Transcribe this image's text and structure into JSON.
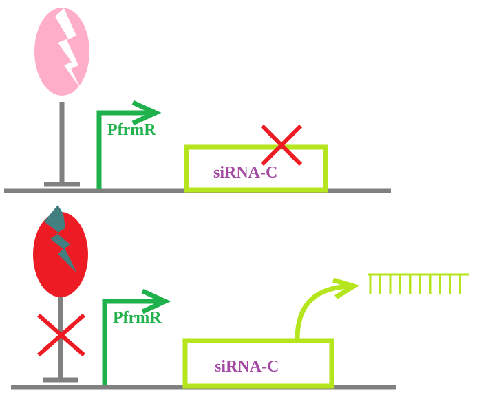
{
  "colors": {
    "background": "#ffffff",
    "dna_line": "#808080",
    "repressor_stem": "#808080",
    "promoter_arrow": "#1fb14b",
    "promoter_text": "#22b14c",
    "gene_box": "#b5e61d",
    "gene_text": "#a349a4",
    "inhibit_x": "#ed1c24",
    "repressor_inactive": "#ffaec9",
    "repressor_active": "#ed1c24",
    "lightning_inactive": "#ffffff",
    "lightning_active": "#417f80",
    "transcription_arrow": "#b5e61d",
    "sirna_product": "#b5e61d"
  },
  "top_panel": {
    "state": "repressed",
    "repressor_icon": "ellipse-with-white-lightning",
    "promoter_label": "PfrmR",
    "gene_label": "siRNA-C",
    "gene_blocked_icon": "red-x-icon"
  },
  "bottom_panel": {
    "state": "derepressed",
    "repressor_icon": "red-ellipse-with-teal-lightning",
    "repressor_blocked_icon": "red-x-icon",
    "promoter_label": "PfrmR",
    "gene_label": "siRNA-C",
    "transcript_icon": "comb-rna-icon"
  }
}
